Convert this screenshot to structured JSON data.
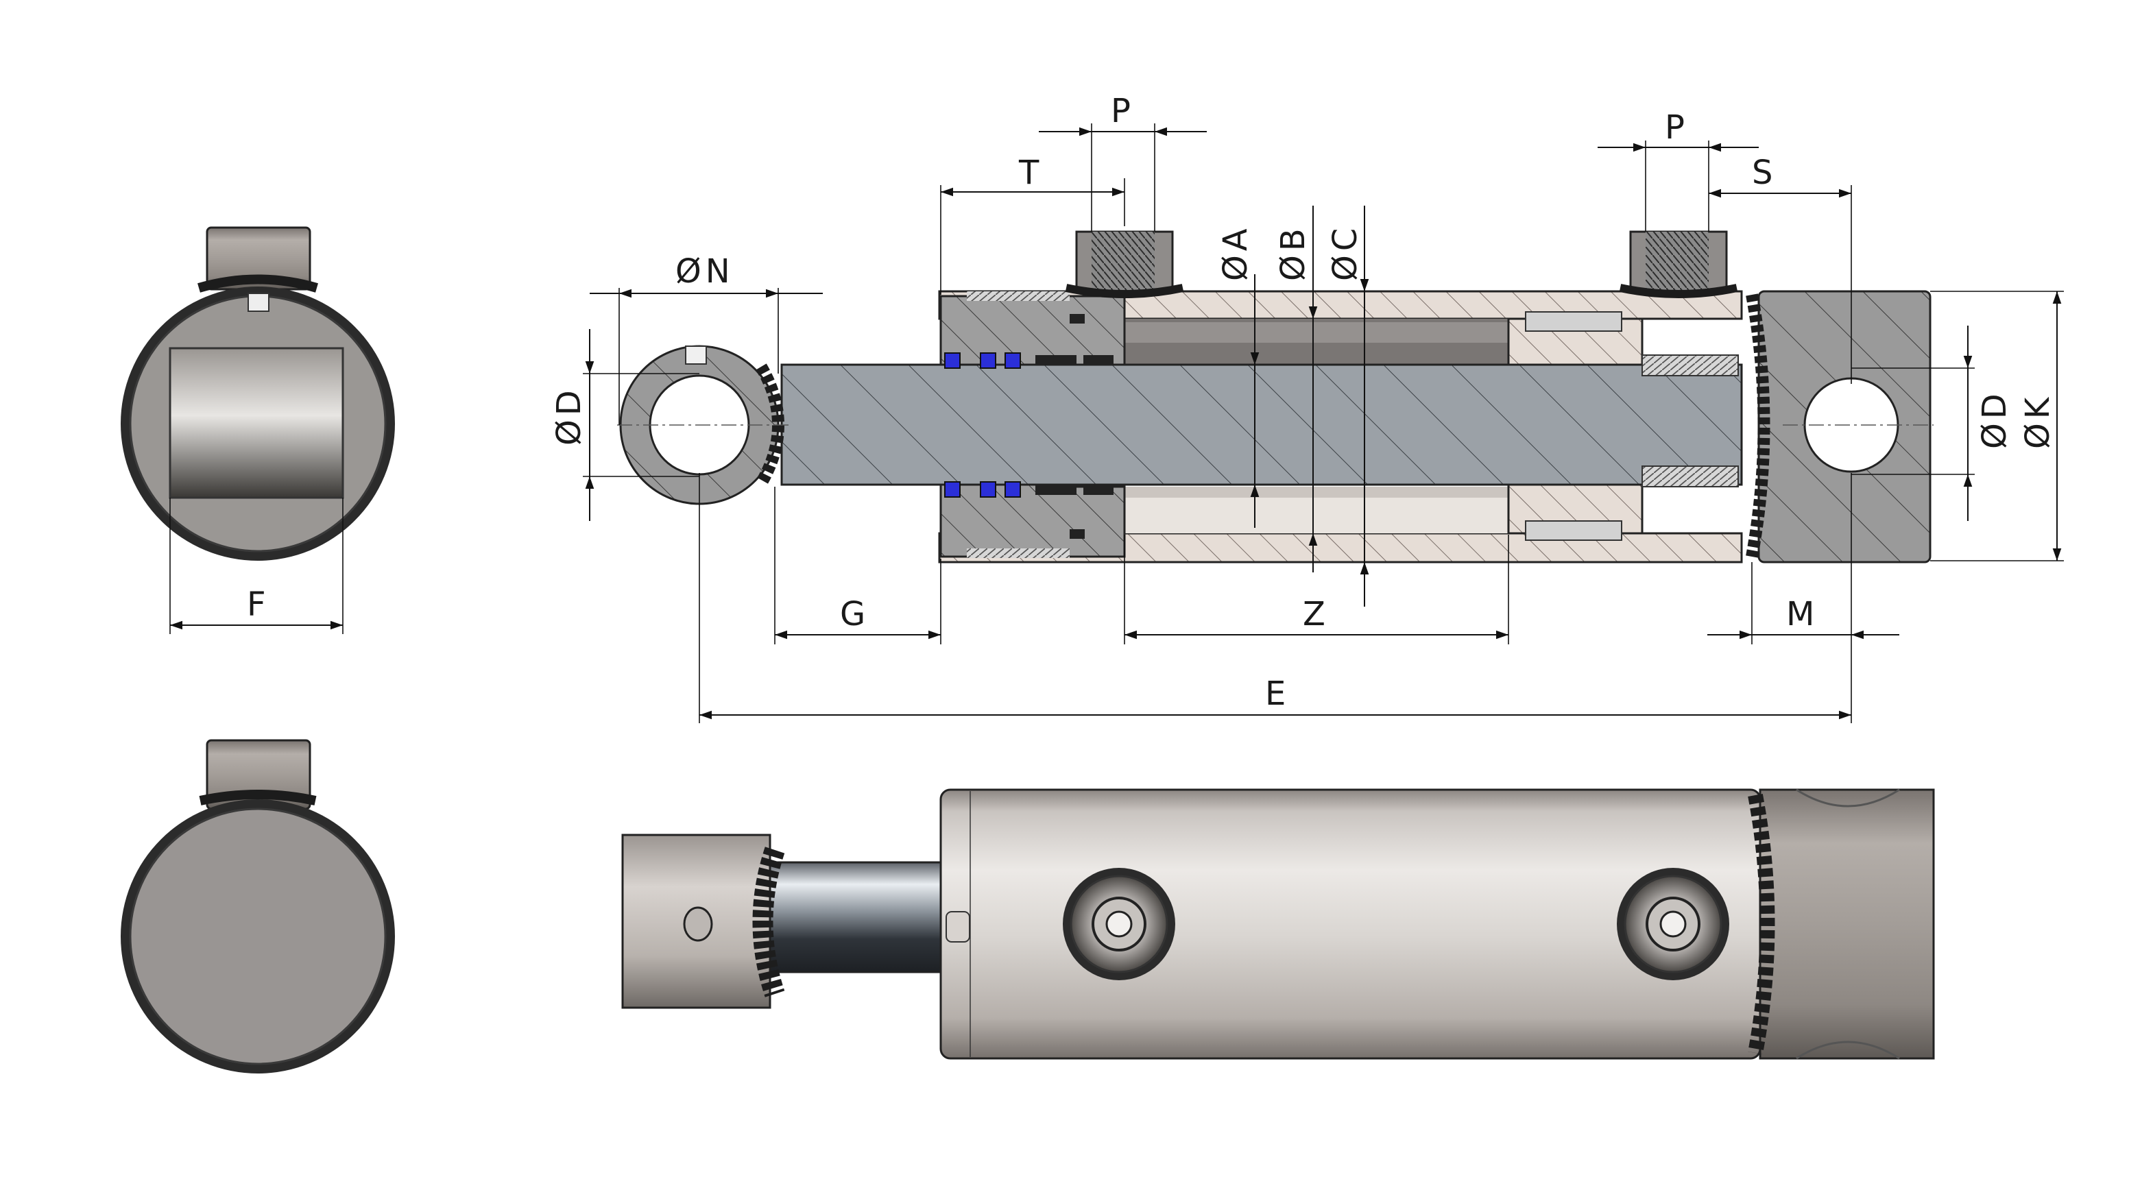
{
  "dimension_labels": {
    "diam_symbol": "Ø",
    "N": "N",
    "D_left": "D",
    "D_right": "D",
    "K": "K",
    "A": "A",
    "B": "B",
    "C": "C",
    "T": "T",
    "P_left": "P",
    "P_right": "P",
    "S": "S",
    "G": "G",
    "Z": "Z",
    "M": "M",
    "E": "E",
    "F": "F"
  },
  "colors": {
    "hatch_body": "#e4dcd6",
    "rod": "#9aa0a6",
    "steel_dark": "#5f5f5f",
    "steel_light": "#d6d4d2",
    "seal_blue": "#2b2fd8",
    "weld": "#2a2a2a",
    "line": "#111111"
  },
  "views": [
    "end-view-section",
    "end-view-closed",
    "longitudinal-section",
    "side-view"
  ]
}
